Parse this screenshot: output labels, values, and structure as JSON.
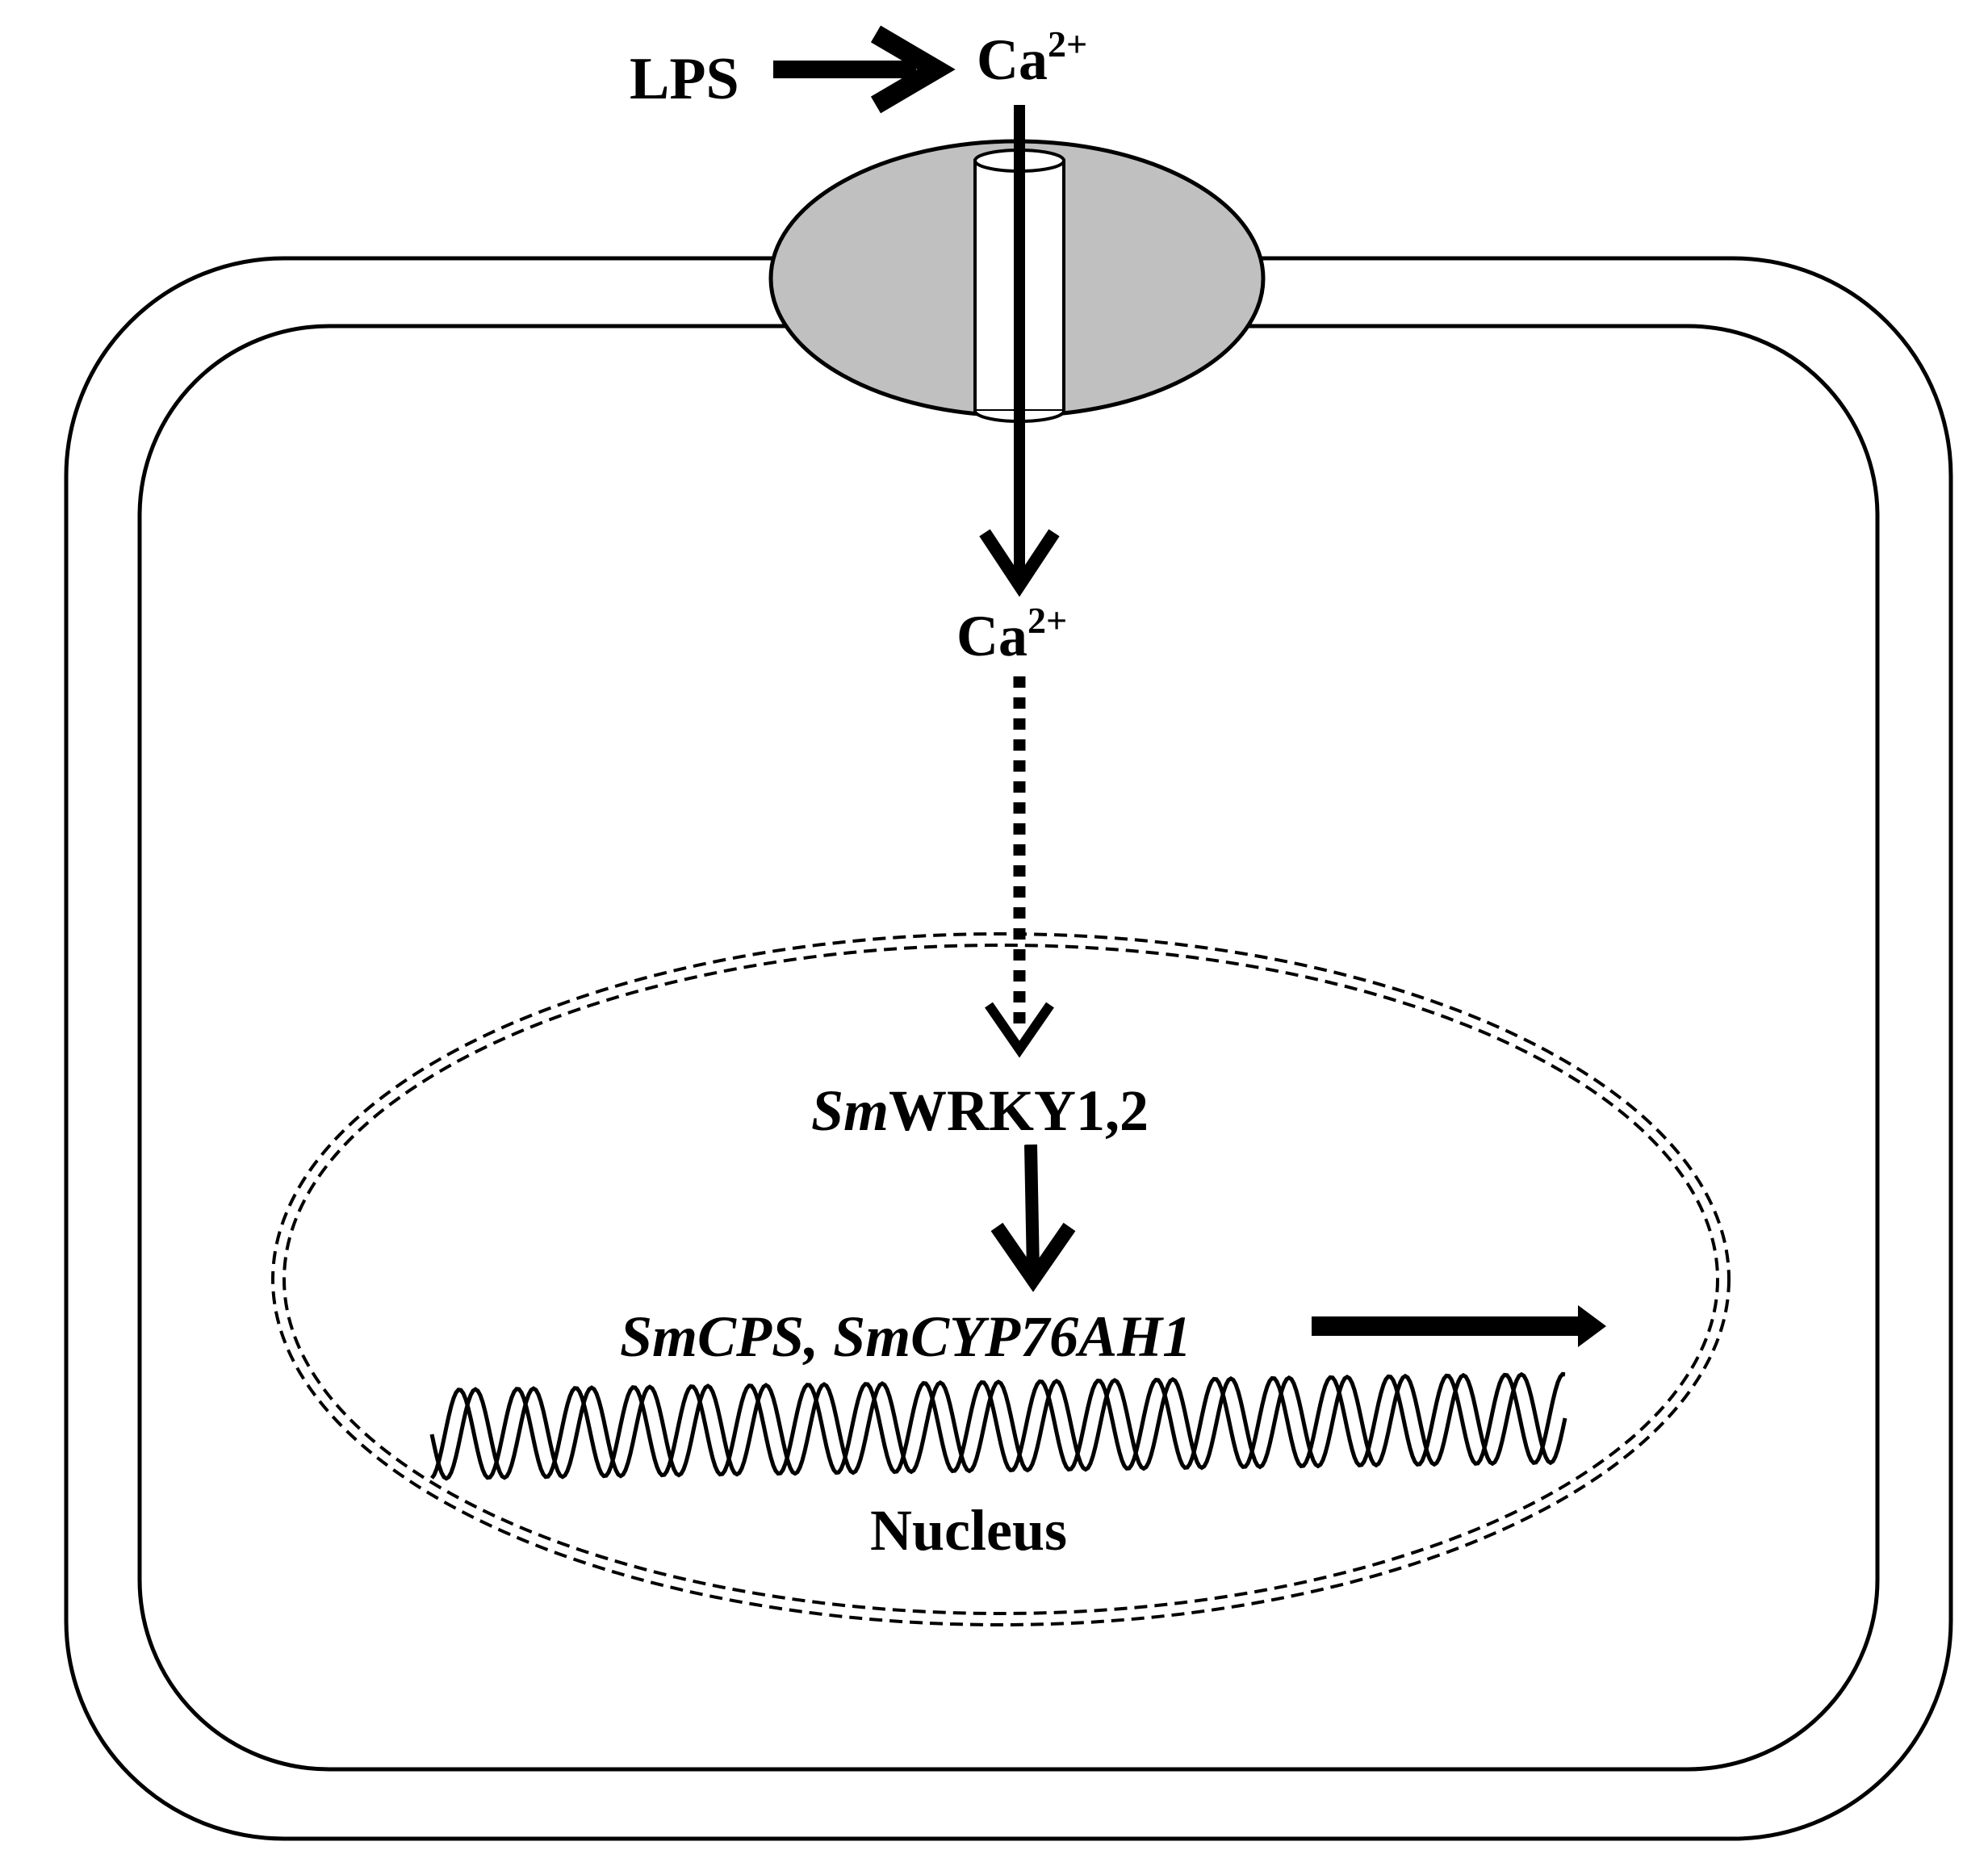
{
  "labels": {
    "lps": "LPS",
    "ca_outside_base": "Ca",
    "ca_outside_sup": "2+",
    "ca_inside_base": "Ca",
    "ca_inside_sup": "2+",
    "tf_prefix": "Sm",
    "tf_name": "WRKY1,2",
    "target_genes": "SmCPS, SmCYP76AH1",
    "nucleus": "Nucleus"
  },
  "colors": {
    "stroke": "#000000",
    "channel_fill": "#c0c0c0",
    "pore_fill": "#ffffff",
    "background": "#ffffff"
  }
}
